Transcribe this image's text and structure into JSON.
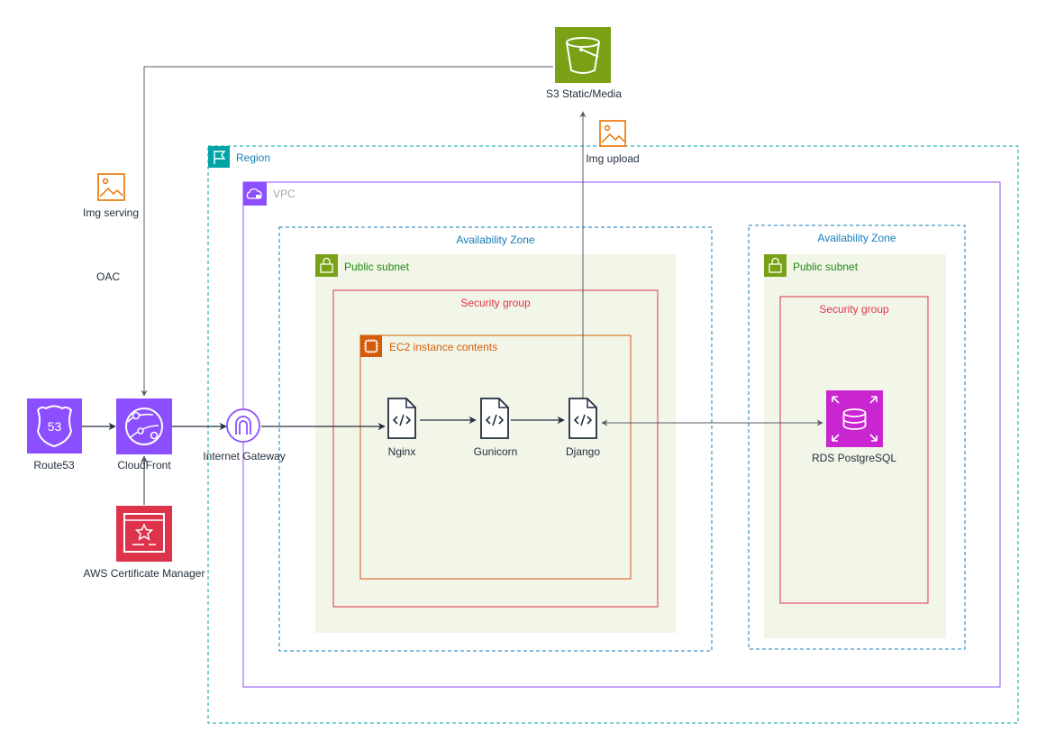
{
  "diagram": {
    "title": "",
    "groups": {
      "region": "Region",
      "vpc": "VPC",
      "az_left": "Availability Zone",
      "az_right": "Availability Zone",
      "subnet_left": "Public subnet",
      "subnet_right": "Public subnet",
      "sg_left": "Security group",
      "sg_right": "Security group",
      "ec2": "EC2 instance contents"
    },
    "nodes": {
      "route53": "Route53",
      "cloudfront": "CloudFront",
      "acm": "AWS Certificate Manager",
      "igw": "Internet Gateway",
      "nginx": "Nginx",
      "gunicorn": "Gunicorn",
      "django": "Django",
      "rds": "RDS PostgreSQL",
      "s3": "S3 Static/Media"
    },
    "edge_labels": {
      "img_serving": "Img serving",
      "oac": "OAC",
      "img_upload": "Img upload"
    },
    "route53_badge": "53",
    "colors": {
      "region": "#00A4A6",
      "vpc": "#8C4FFF",
      "az": "#147EBA",
      "subnet_bg": "#F2F6E8",
      "subnet_green": "#7AA116",
      "security_group": "#DD344C",
      "ec2": "#D45B07",
      "purple_service": "#8C4FFF",
      "acm_red": "#DD344C",
      "rds_magenta": "#C925D1",
      "s3_green": "#7AA116",
      "image_orange": "#ED7100",
      "arrow": "#545B64"
    }
  }
}
